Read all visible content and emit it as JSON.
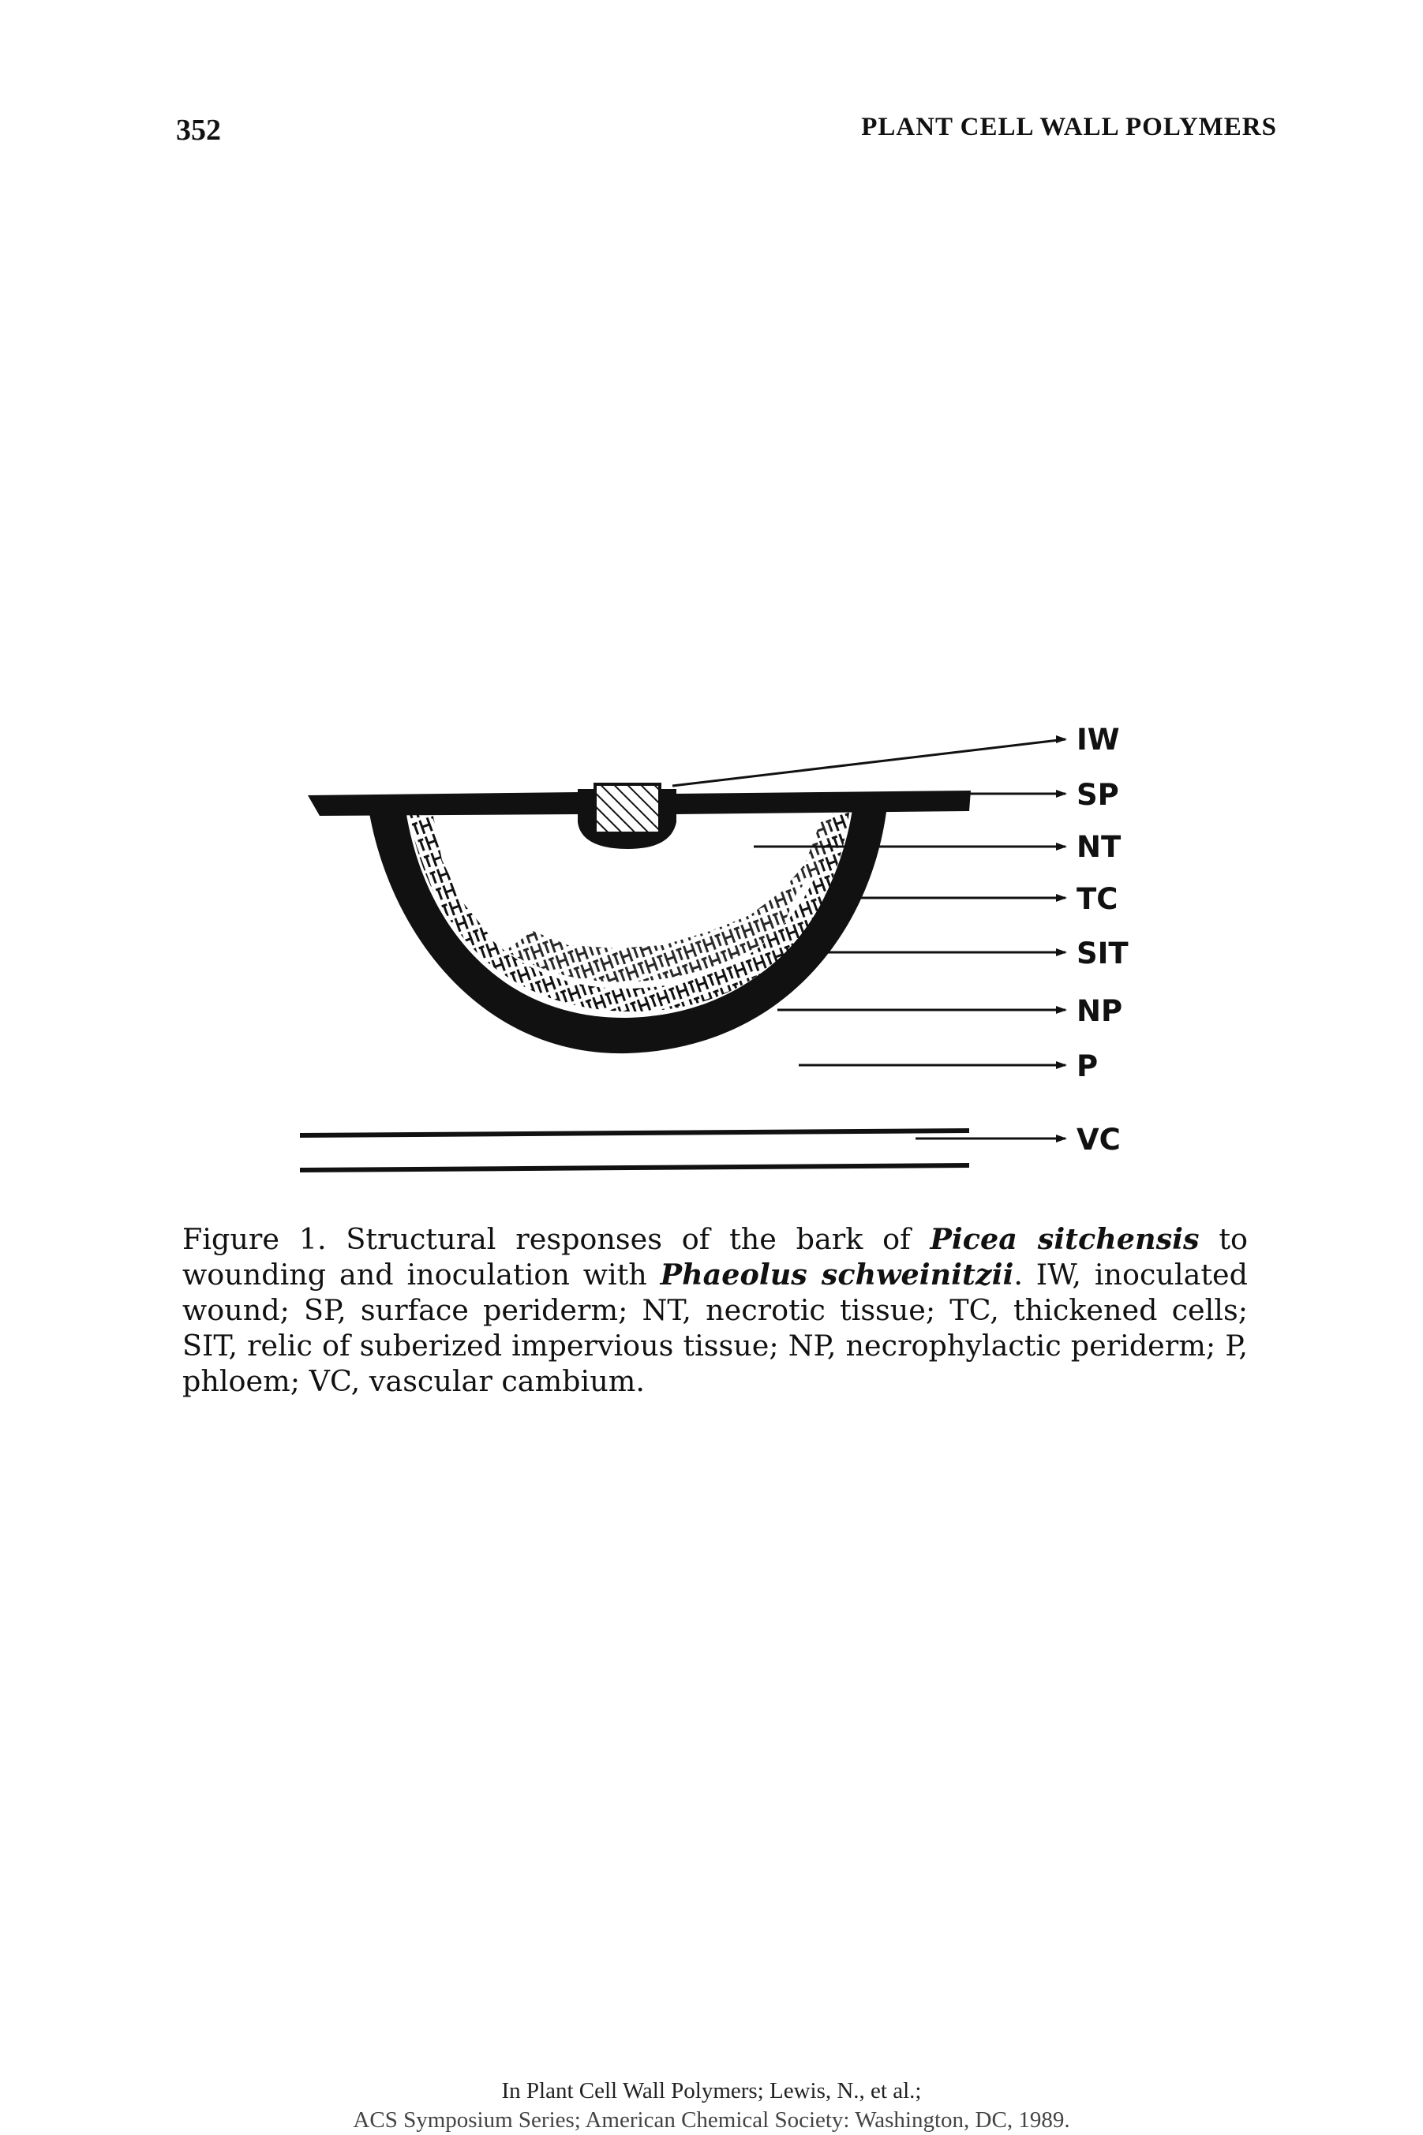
{
  "header": {
    "page_number": "352",
    "running_title": "PLANT CELL WALL POLYMERS"
  },
  "figure": {
    "labels": [
      "IW",
      "SP",
      "NT",
      "TC",
      "SIT",
      "NP",
      "P",
      "VC"
    ]
  },
  "caption": {
    "part1": "Figure 1. Structural responses of the bark of ",
    "species1": "Picea sitchensis",
    "part2": " to wounding and inoculation with ",
    "species2": "Phaeolus schweinitzii",
    "part3": ". IW, inoculated wound; SP, surface periderm; NT, necrotic tissue; TC, thickened cells; SIT, relic of suberized impervious tissue; NP, necrophylactic periderm; P, phloem; VC, vascular cambium."
  },
  "footer": {
    "line1": "In Plant Cell Wall Polymers; Lewis, N., et al.;",
    "line2": "ACS Symposium Series; American Chemical Society: Washington, DC, 1989."
  },
  "colors": {
    "ink": "#111111",
    "paper": "#ffffff"
  }
}
